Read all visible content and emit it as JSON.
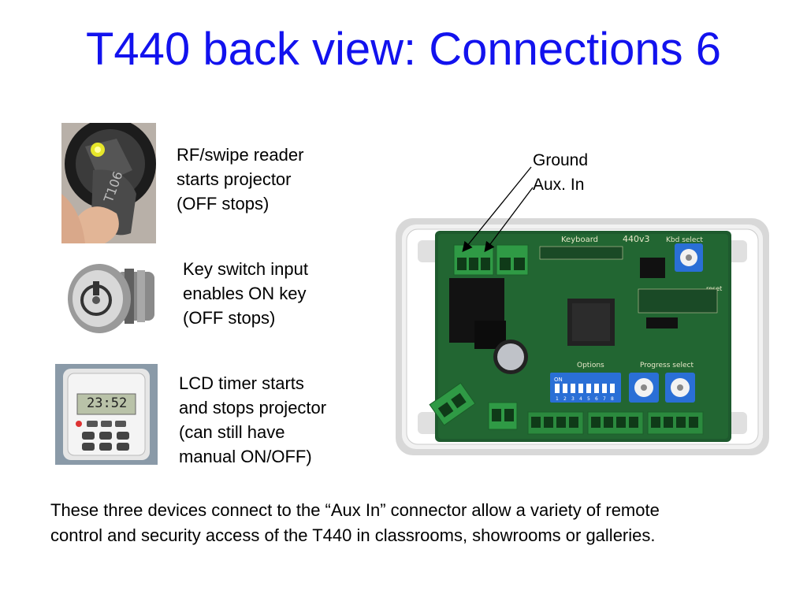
{
  "slide": {
    "title": "T440 back view: Connections 6"
  },
  "devices": [
    {
      "lines": [
        "RF/swipe reader",
        "starts projector",
        "(OFF stops)"
      ]
    },
    {
      "lines": [
        "Key switch input",
        "enables ON key",
        "(OFF stops)"
      ]
    },
    {
      "lines": [
        "LCD timer starts",
        "and stops projector",
        "(can still have",
        "manual ON/OFF)"
      ]
    }
  ],
  "board": {
    "callouts": [
      "Ground",
      "Aux. In"
    ],
    "labels": {
      "keyboard": "Keyboard",
      "model": "440v3",
      "kbd_select": "Kbd select",
      "options": "Options",
      "progress_select": "Progress select",
      "on": "ON",
      "reset": "reset"
    },
    "dip_numbers": [
      "1",
      "2",
      "3",
      "4",
      "5",
      "6",
      "7",
      "8"
    ],
    "lcd_display": "23:52"
  },
  "footer": {
    "lines": [
      "These three devices connect to the “Aux In” connector allow a variety of remote",
      "control and security access of the T440 in classrooms, showrooms or galleries."
    ]
  },
  "colors": {
    "title": "#1212ee",
    "pcb": "#1e5a2e",
    "terminal": "#2f9a45",
    "dip_switch": "#2a6fd6"
  }
}
